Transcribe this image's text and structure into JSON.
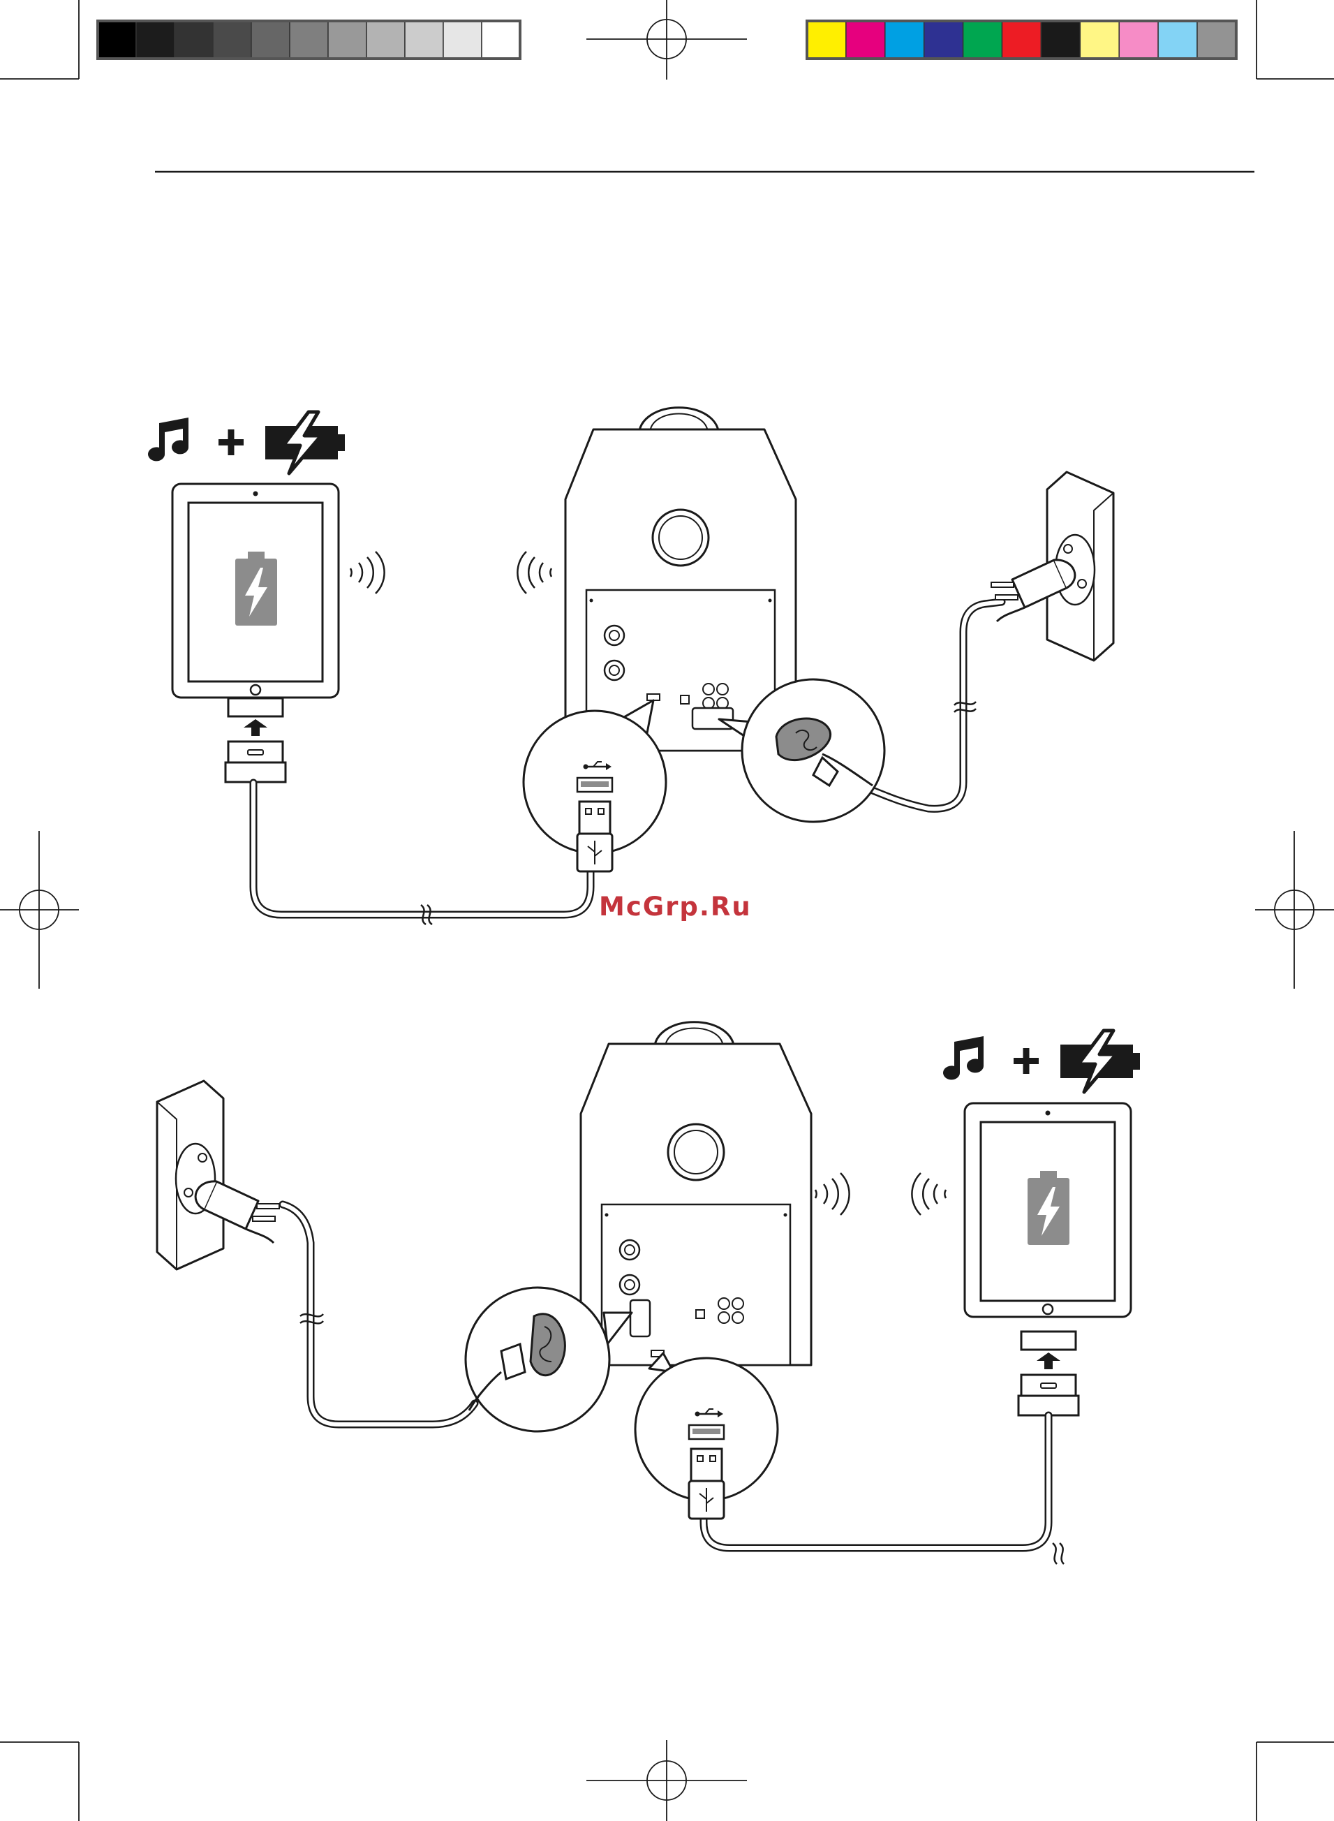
{
  "watermark": {
    "text": "McGrp.Ru",
    "color": "#c4343c"
  },
  "colors": {
    "ink": "#1a1a1a",
    "device_gray": "#8c8c8c",
    "gray_ramp": [
      "#000000",
      "#1c1c1c",
      "#333333",
      "#4a4a4a",
      "#666666",
      "#7f7f7f",
      "#999999",
      "#b3b3b3",
      "#cccccc",
      "#e6e6e6",
      "#ffffff"
    ],
    "process_ramp": [
      "#ffef00",
      "#e6007e",
      "#00a0e3",
      "#2e3192",
      "#00a650",
      "#ed1c24",
      "#1a1a1a",
      "#fff685",
      "#f68cc6",
      "#83d3f5",
      "#939393"
    ]
  },
  "diagram": {
    "panels": [
      {
        "id": "top",
        "shows": [
          "music-note-icon",
          "plus-icon",
          "battery-charge-icon",
          "tablet",
          "dock-connector",
          "speaker-rear",
          "usb-port-callout",
          "power-inlet-callout",
          "wall-socket",
          "mains-plug",
          "wireless-waves"
        ]
      },
      {
        "id": "bottom",
        "shows": [
          "music-note-icon",
          "plus-icon",
          "battery-charge-icon",
          "tablet",
          "dock-connector",
          "speaker-rear",
          "usb-port-callout",
          "power-inlet-callout",
          "wall-socket",
          "mains-plug",
          "wireless-waves"
        ]
      }
    ]
  }
}
